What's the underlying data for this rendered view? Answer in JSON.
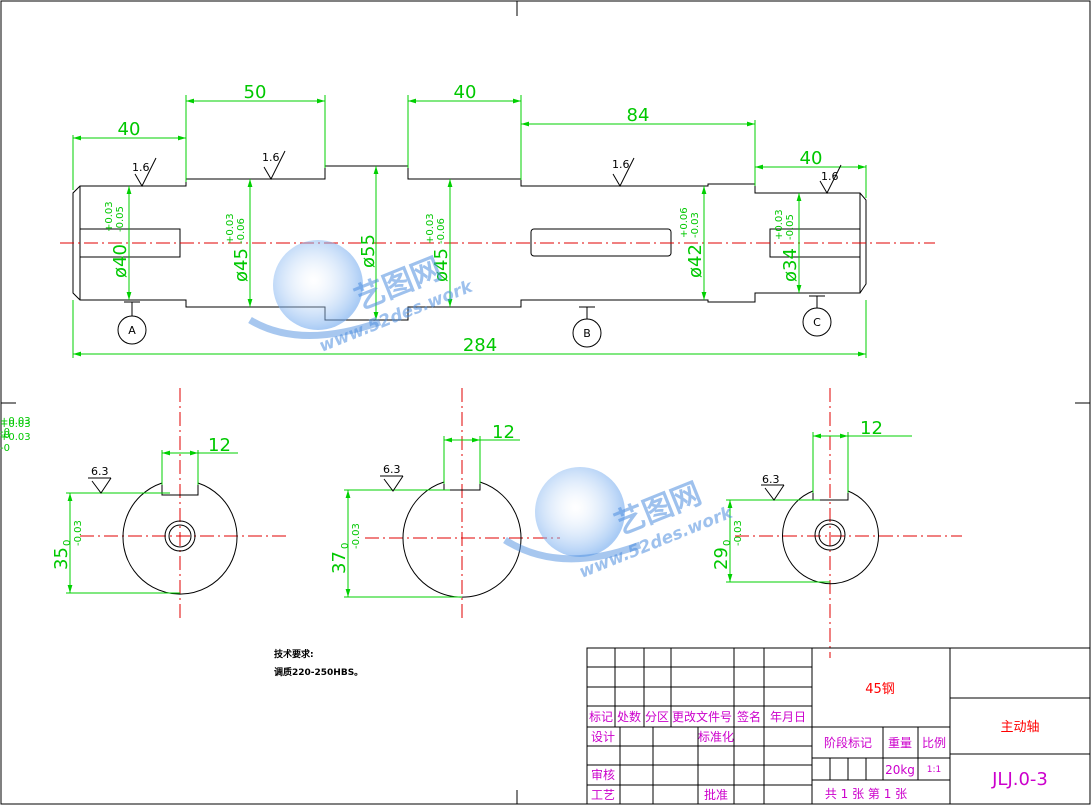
{
  "dimensions": {
    "d_left40": "40",
    "d_50": "50",
    "d_40b": "40",
    "d_84": "84",
    "d_right40": "40",
    "d_total": "284",
    "dia_40": "ø40",
    "dia_40_tol": "+0.03\n-0.05",
    "dia_45a": "ø45",
    "dia_45a_tol": "+0.03\n-0.06",
    "dia_55": "ø55",
    "dia_45b": "ø45",
    "dia_45b_tol": "+0.03\n-0.06",
    "dia_42": "ø42",
    "dia_42_tol": "+0.06\n-0.03",
    "dia_34": "ø34",
    "dia_34_tol": "+0.03\n-0.05",
    "key_12": "12",
    "key_12_tol": "+0.03\n-0",
    "sec1_depth": "35",
    "sec1_tol": "0\n-0.03",
    "sec2_depth": "37",
    "sec2_tol": "0\n-0.03",
    "sec3_depth": "29",
    "sec3_tol": "0\n-0.03"
  },
  "roughness": {
    "r1": "1.6",
    "r2": "1.6",
    "r3": "1.6",
    "r4": "1.6",
    "s1": "6.3",
    "s2": "6.3",
    "s3": "6.3"
  },
  "datums": {
    "a": "A",
    "b": "B",
    "c": "C"
  },
  "notes": {
    "title": "技术要求:",
    "line1": "调质220-250HBS。"
  },
  "title_block": {
    "material": "45钢",
    "part_name": "主动轴",
    "drawing_no": "JLJ.0-3",
    "col_mark": "标记",
    "col_count": "处数",
    "col_zone": "分区",
    "col_docno": "更改文件号",
    "col_sign": "签名",
    "col_date": "年月日",
    "design": "设计",
    "standard": "标准化",
    "review": "审核",
    "process": "工艺",
    "approve": "批准",
    "stage": "阶段标记",
    "weight": "重量",
    "scale": "比例",
    "weight_val": "20kg",
    "scale_val": "1:1",
    "sheets": "共 1 张  第 1 张"
  },
  "watermark": {
    "name": "艺图网",
    "url": "www.52des.work"
  },
  "colors": {
    "dimension": "#00d000",
    "centerline": "#e00000",
    "outline": "#000000",
    "table_text": "#cc00cc",
    "watermark": "#4f8fe0"
  }
}
